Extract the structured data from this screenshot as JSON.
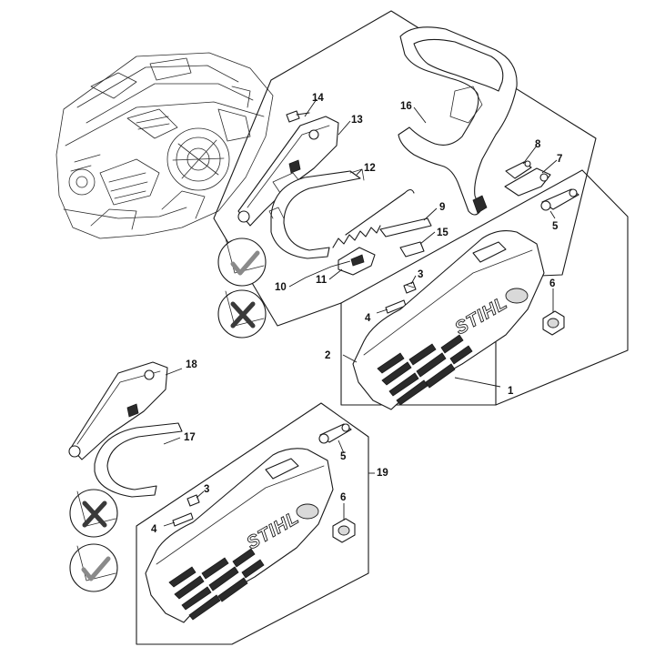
{
  "labels": {
    "p1": "1",
    "p2": "2",
    "p3a": "3",
    "p4a": "4",
    "p5a": "5",
    "p6a": "6",
    "p7": "7",
    "p8": "8",
    "p9": "9",
    "p10": "10",
    "p11": "11",
    "p12": "12",
    "p13": "13",
    "p14": "14",
    "p15": "15",
    "p16": "16",
    "p17": "17",
    "p18": "18",
    "p19": "19",
    "p3b": "3",
    "p4b": "4",
    "p5b": "5",
    "p6b": "6"
  },
  "brand": {
    "upper": "STIHL",
    "lower": "STIHL"
  },
  "icons": [
    "check-ok-icon",
    "check-wrong-icon"
  ]
}
